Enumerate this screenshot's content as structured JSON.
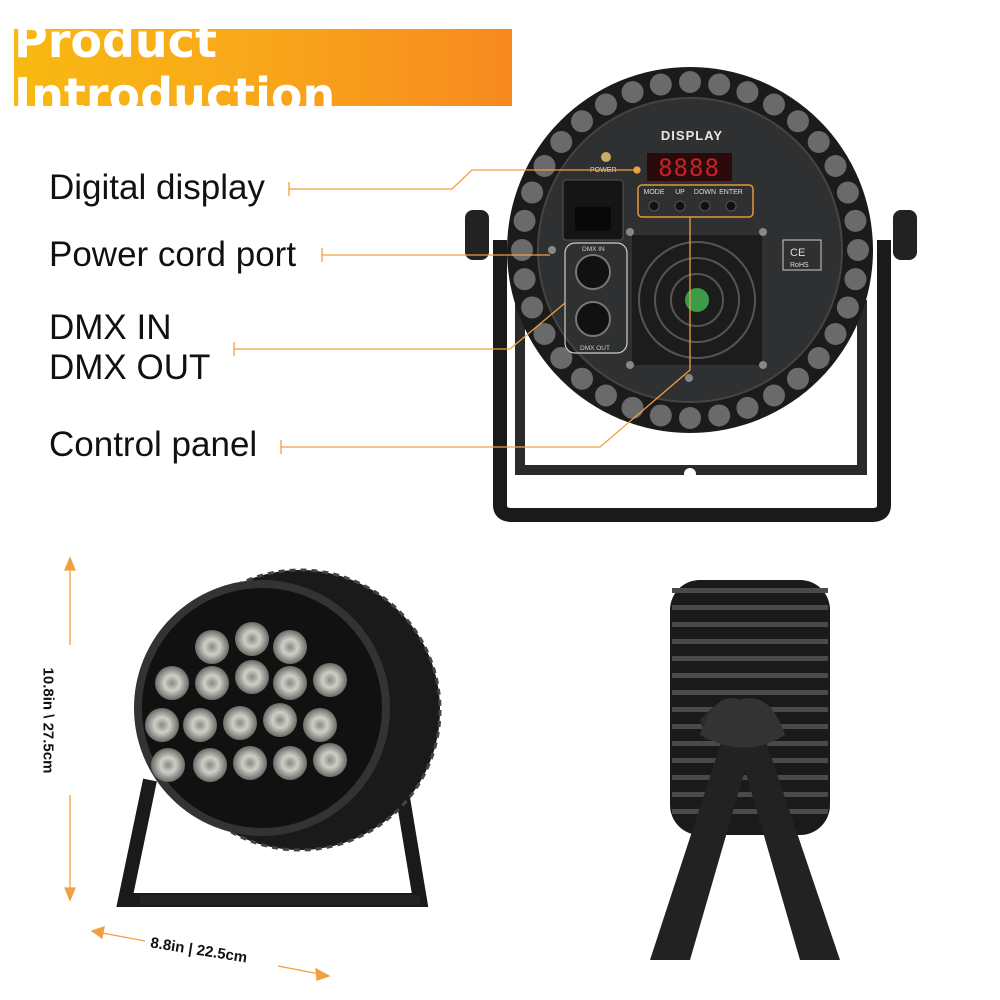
{
  "banner": {
    "title": "Product Introduction",
    "gradient_start": "#f8b912",
    "gradient_end": "#f7891f"
  },
  "callouts": {
    "digital_display": "Digital display",
    "power_cord_port": "Power cord port",
    "dmx_in": "DMX IN",
    "dmx_out": "DMX OUT",
    "control_panel": "Control panel",
    "leader_color": "#f0a040"
  },
  "device_back": {
    "display_title": "DISPLAY",
    "power_label": "POWER",
    "segment_readout": "8888",
    "buttons": [
      "MODE",
      "UP",
      "DOWN",
      "ENTER"
    ],
    "dmx_in_label": "DMX IN",
    "dmx_out_label": "DMX OUT",
    "ce_mark": "CE",
    "rohs_mark": "RoHS"
  },
  "dimensions": {
    "height": "10.8in \\ 27.5cm",
    "width": "8.8in | 22.5cm"
  }
}
